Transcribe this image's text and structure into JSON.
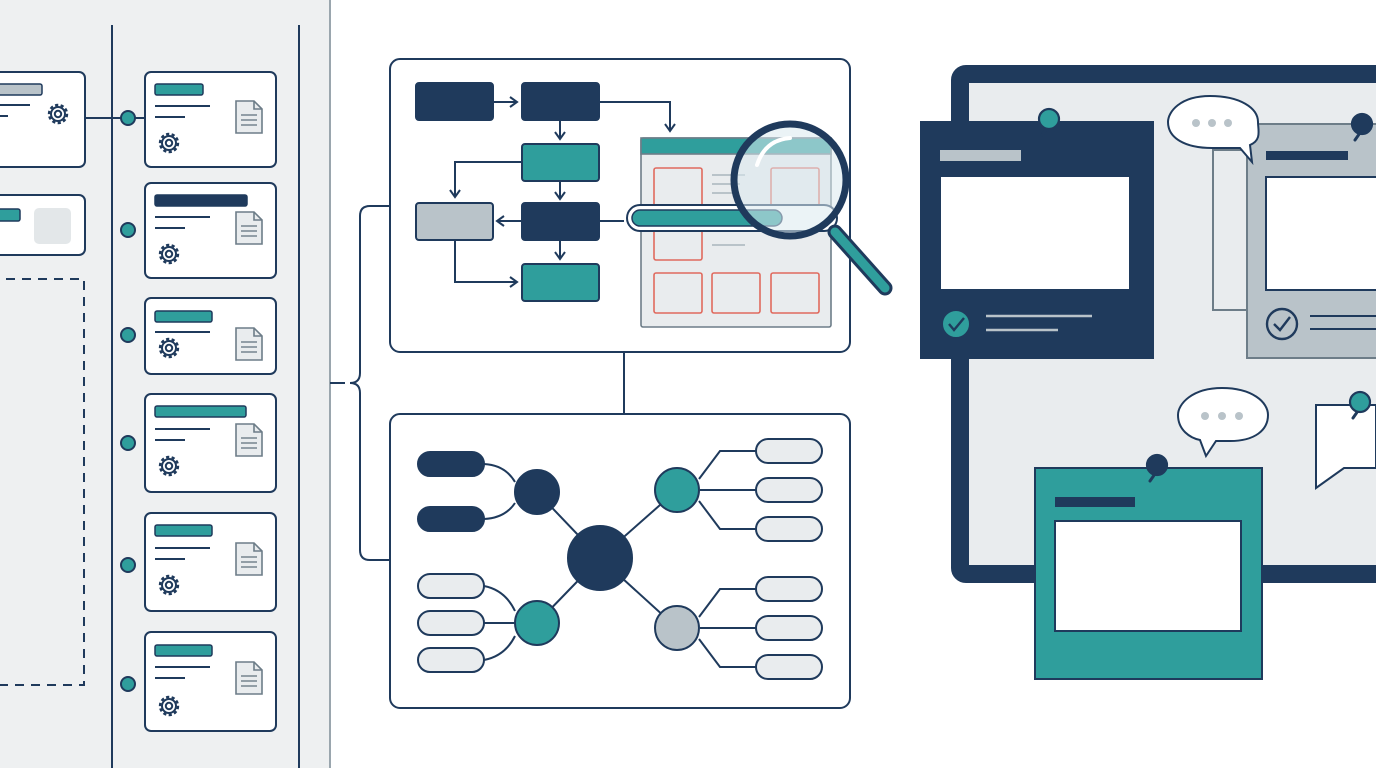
{
  "colors": {
    "navy": "#1f3a5c",
    "teal": "#2f9e9c",
    "gray": "#b9c3c9",
    "light": "#e9ecee",
    "panel": "#eef0f1",
    "red": "#e06a5e",
    "outline": "#1f3a5c"
  },
  "timeline": {
    "cards": [
      {
        "bar": "teal",
        "icons": [
          "document-icon",
          "gear-icon"
        ]
      },
      {
        "bar": "navy",
        "icons": [
          "document-icon",
          "gear-icon"
        ]
      },
      {
        "bar": "teal",
        "icons": [
          "document-icon",
          "gear-icon"
        ]
      },
      {
        "bar": "teal",
        "icons": [
          "document-icon",
          "gear-icon"
        ]
      },
      {
        "bar": "teal",
        "icons": [
          "document-icon",
          "gear-icon"
        ]
      },
      {
        "bar": "teal",
        "icons": [
          "document-icon",
          "gear-icon"
        ]
      }
    ]
  },
  "flowchart": {
    "nodes": [
      "navy",
      "navy",
      "teal",
      "gray",
      "navy",
      "teal"
    ]
  },
  "mindmap": {
    "hub": "navy",
    "branches": [
      "navy",
      "teal",
      "teal",
      "gray"
    ]
  },
  "board": {
    "notes": [
      "navy",
      "gray",
      "teal"
    ],
    "icons": [
      "pushpin-icon",
      "speech-bubble-icon",
      "check-circle-icon",
      "magnifier-icon"
    ]
  }
}
